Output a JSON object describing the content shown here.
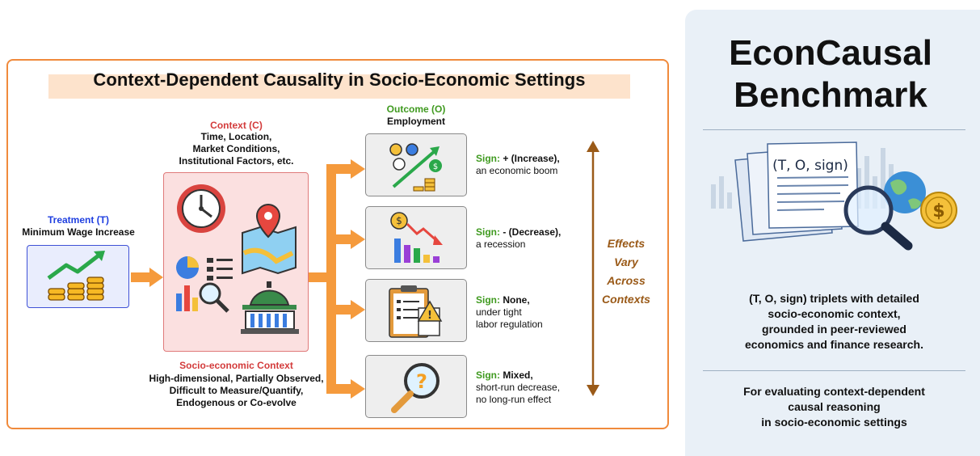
{
  "main_title": "Context-Dependent Causality in Socio-Economic Settings",
  "treatment": {
    "heading": "Treatment (T)",
    "value": "Minimum Wage Increase"
  },
  "context": {
    "heading": "Context (C)",
    "line1": "Time, Location,",
    "line2": "Market Conditions,",
    "line3": "Institutional Factors, etc."
  },
  "socio_context": {
    "heading": "Socio-economic Context",
    "line1": "High-dimensional, Partially Observed,",
    "line2": "Difficult to Measure/Quantify,",
    "line3": "Endogenous or Co-evolve"
  },
  "outcome": {
    "heading": "Outcome (O)",
    "value": "Employment"
  },
  "signs": [
    {
      "label": "Sign:",
      "value": "+ (Increase),",
      "line2": "an economic boom",
      "line3": ""
    },
    {
      "label": "Sign:",
      "value": "- (Decrease),",
      "line2": "a recession",
      "line3": ""
    },
    {
      "label": "Sign:",
      "value": "None,",
      "line2": "under tight",
      "line3": "labor regulation"
    },
    {
      "label": "Sign:",
      "value": "Mixed,",
      "line2": "short-run decrease,",
      "line3": "no long-run effect"
    }
  ],
  "effects": {
    "line1": "Effects",
    "line2": "Vary",
    "line3": "Across",
    "line4": "Contexts"
  },
  "benchmark": {
    "title_line1": "EconCausal",
    "title_line2": "Benchmark",
    "doc_label": "(T, O, sign)",
    "description_line1": "(T, O, sign) triplets with detailed",
    "description_line2": "socio-economic context,",
    "description_line3": "grounded in peer-reviewed",
    "description_line4": "economics and finance research.",
    "sub_line1": "For evaluating context-dependent",
    "sub_line2": "causal reasoning",
    "sub_line3": "in socio-economic settings"
  },
  "colors": {
    "frame": "#f08a3c",
    "arrow": "#f59a3c",
    "treatment": "#1f3fe0",
    "context": "#d33b3b",
    "outcome": "#3f9a1f",
    "effects": "#9a5a18"
  }
}
